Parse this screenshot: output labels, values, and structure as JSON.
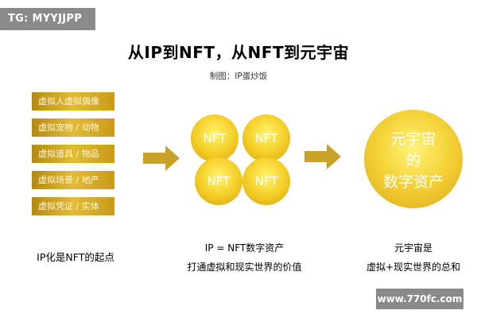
{
  "watermark_top": "TG: MYYJJPP",
  "title": "从IP到NFT，从NFT到元宇宙",
  "credit": "制图：IP蛋炒饭",
  "left_items": [
    "虚拟人虚拟偶像",
    "虚拟宠物 / 动物",
    "虚拟道具 / 物品",
    "虚拟场景 / 地产",
    "虚拟凭证 / 实体"
  ],
  "left_caption": "IP化是NFT的起点",
  "nft_label": "NFT",
  "middle_caption": {
    "line1": "IP = NFT数字资产",
    "line2": "打通虚拟和现实世界的价值"
  },
  "metaverse_circle": {
    "line1": "元宇宙",
    "line2": "的",
    "line3": "数字资产"
  },
  "right_caption": {
    "line1": "元宇宙是",
    "line2": "虚拟+现实世界的总和"
  },
  "watermark_bottom": "www.770fc.com",
  "colors": {
    "gold": "#d9ab1c",
    "gold_light": "#fff56a",
    "arrow": "#c9a22a",
    "watermark_bg": "#8a8a8a"
  }
}
